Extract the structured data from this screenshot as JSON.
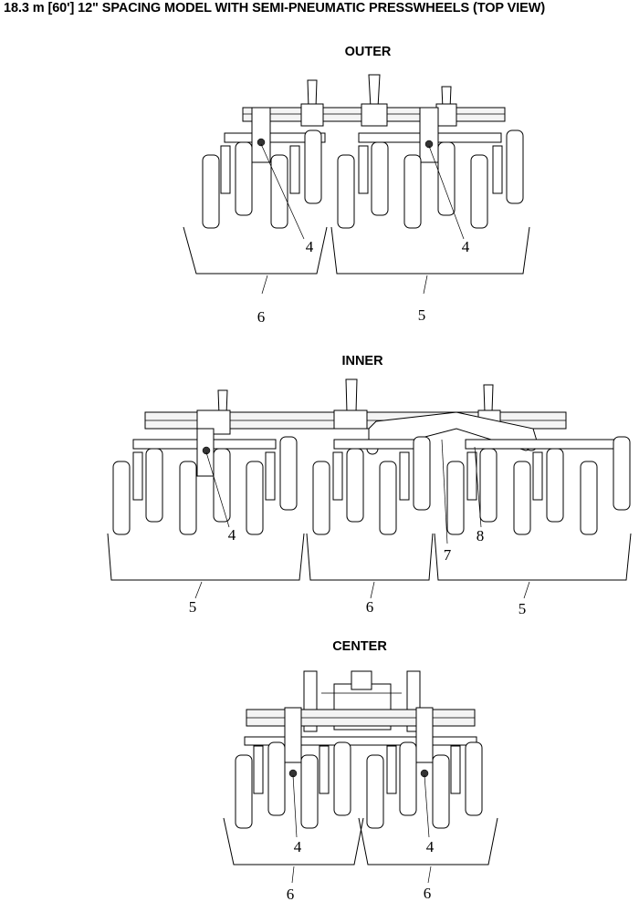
{
  "title": "18.3 m [60'] 12\" SPACING MODEL WITH SEMI-PNEUMATIC PRESSWHEELS (TOP VIEW)",
  "views": [
    {
      "heading": "OUTER",
      "callouts": [
        "4",
        "4",
        "6",
        "5"
      ]
    },
    {
      "heading": "INNER",
      "callouts": [
        "4",
        "7",
        "8",
        "5",
        "6",
        "5"
      ]
    },
    {
      "heading": "CENTER",
      "callouts": [
        "4",
        "4",
        "6",
        "6"
      ]
    }
  ]
}
